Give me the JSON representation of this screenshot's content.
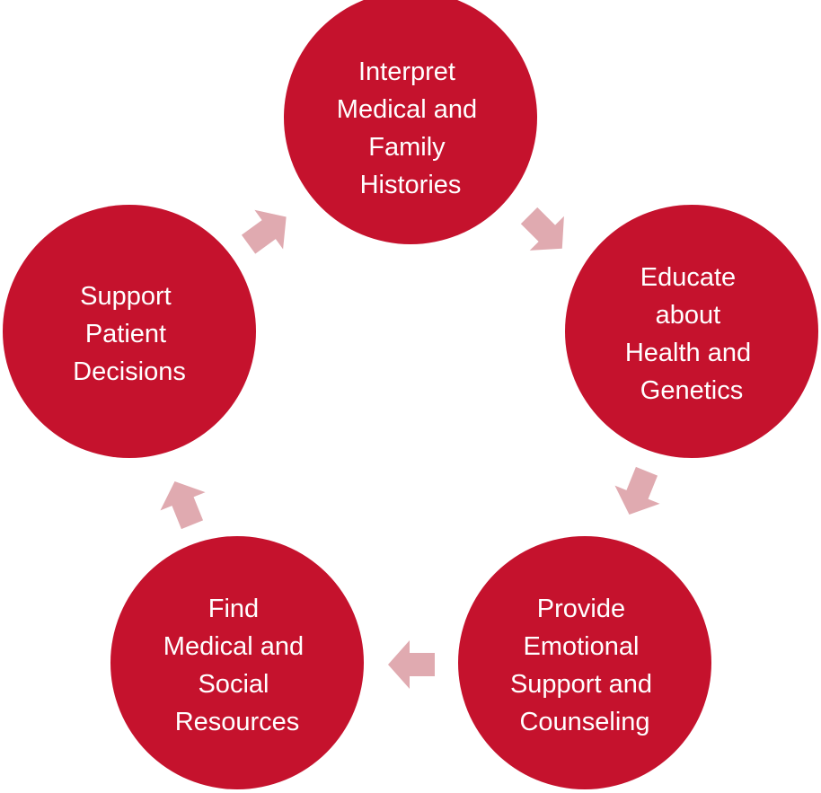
{
  "colors": {
    "node_fill": "#c5122d",
    "node_text": "#ffffff",
    "arrow_fill": "#e0aab0",
    "background": "#ffffff"
  },
  "nodes": [
    {
      "lines": [
        "Interpret",
        "Medical and",
        "Family",
        "Histories"
      ]
    },
    {
      "lines": [
        "Educate",
        "about",
        "Health and",
        "Genetics"
      ]
    },
    {
      "lines": [
        "Provide",
        "Emotional",
        "Support and",
        "Counseling"
      ]
    },
    {
      "lines": [
        "Find",
        "Medical and",
        "Social",
        "Resources"
      ]
    },
    {
      "lines": [
        "Support",
        "Patient",
        "Decisions"
      ]
    }
  ],
  "arrows": [
    {
      "from": 0,
      "to": 1
    },
    {
      "from": 1,
      "to": 2
    },
    {
      "from": 2,
      "to": 3
    },
    {
      "from": 3,
      "to": 4
    },
    {
      "from": 4,
      "to": 0
    }
  ]
}
